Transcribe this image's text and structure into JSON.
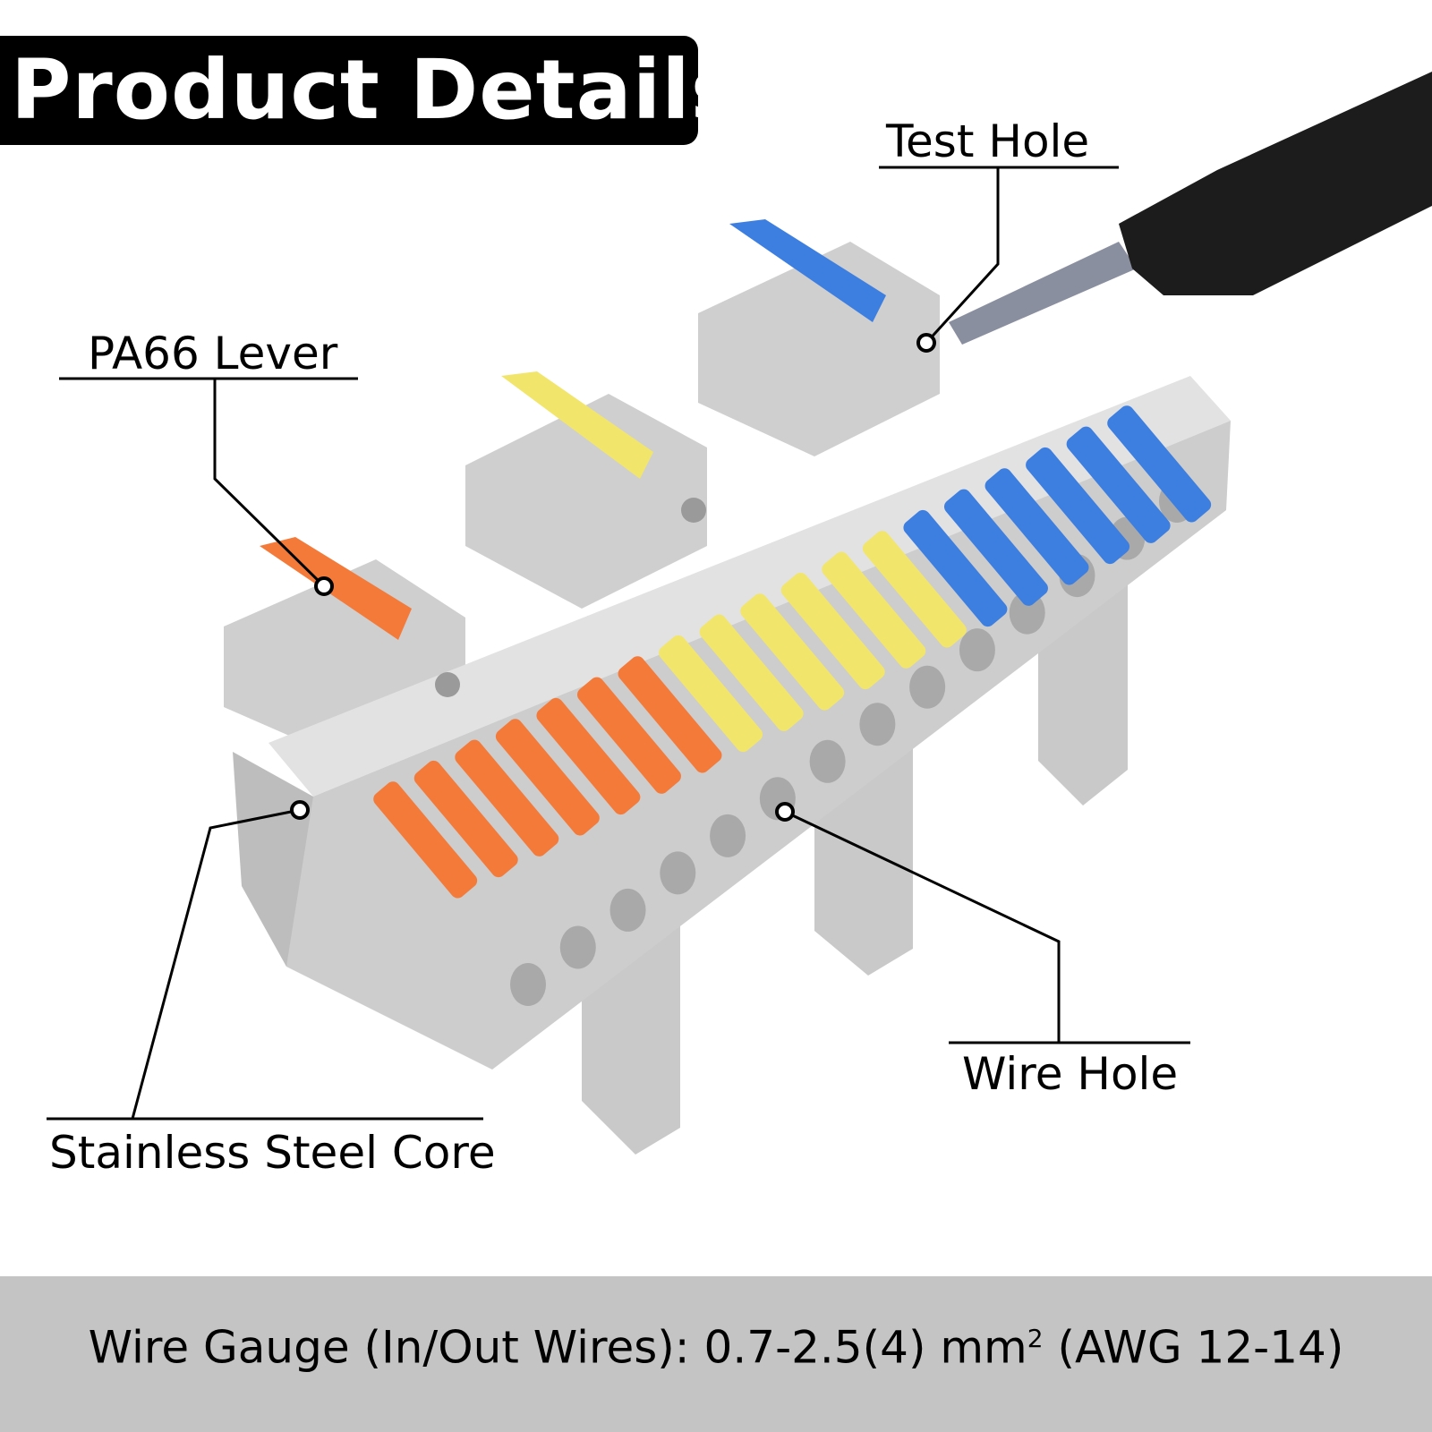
{
  "header": {
    "title": "Product Details"
  },
  "callouts": {
    "test_hole": "Test Hole",
    "lever": "PA66 Lever",
    "core": "Stainless Steel Core",
    "wire_hole": "Wire Hole"
  },
  "footer": {
    "prefix": "Wire Gauge (In/Out Wires): 0.7-2.5(4) mm",
    "superscript": "2",
    "suffix": " (AWG 12-14)"
  },
  "colors": {
    "orange": "#f47a3a",
    "yellow": "#f2e56b",
    "blue": "#3d7fe0",
    "body": "#d0d0d0",
    "footer_band": "#c4c4c4"
  },
  "levers": [
    "orange",
    "orange",
    "orange",
    "orange",
    "orange",
    "orange",
    "orange",
    "yellow",
    "yellow",
    "yellow",
    "yellow",
    "yellow",
    "yellow",
    "blue",
    "blue",
    "blue",
    "blue",
    "blue",
    "blue"
  ]
}
